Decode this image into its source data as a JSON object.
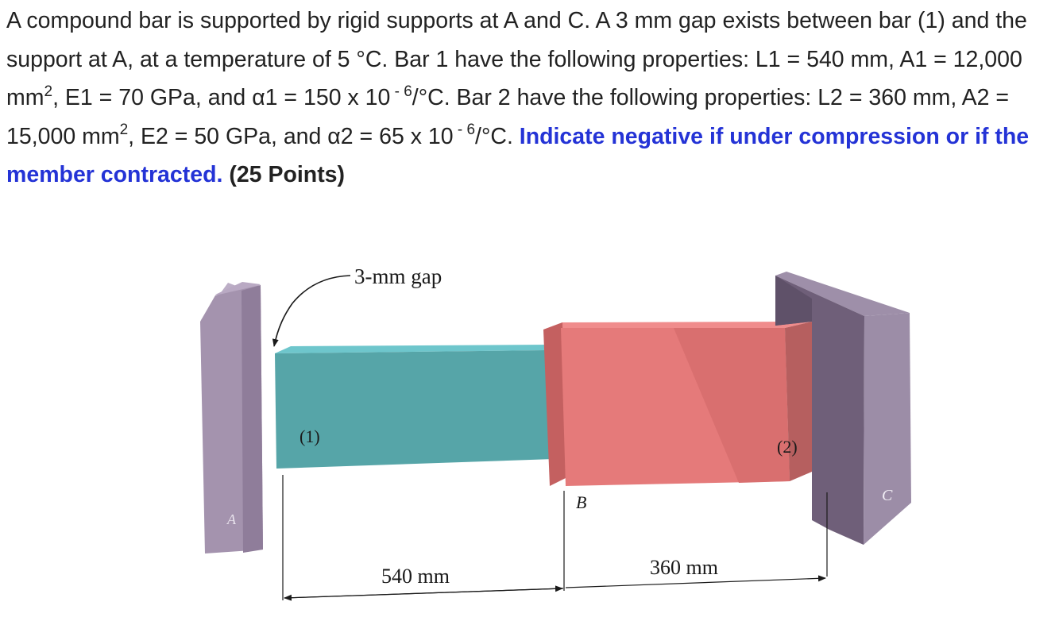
{
  "problem": {
    "part1": "A compound bar is supported by rigid supports at A and C. A 3 mm gap exists between bar (1) and the support at A, at a temperature of 5 °C. Bar 1 have the following properties: L1 = 540 mm, A1 = 12,000 mm",
    "sup1": "2",
    "part2": ", E1 = 70 GPa, and α1 = 150 x 10",
    "sup2": " - 6",
    "part3": "/°C. Bar 2 have the following properties: L2 = 360 mm, A2 = 15,000 mm",
    "sup3": "2",
    "part4": ", E2 = 50 GPa, and α2 = 65 x 10",
    "sup4": " - 6",
    "part5": "/°C. ",
    "emphasis": "Indicate negative if under compression or if the member contracted.",
    "points": " (25 Points)"
  },
  "figure": {
    "gap_label": "3-mm gap",
    "bar1_label": "(1)",
    "bar2_label": "(2)",
    "support_a_label": "A",
    "joint_b_label": "B",
    "support_c_label": "C",
    "dim_bar1": "540 mm",
    "dim_bar2": "360 mm",
    "colors": {
      "support": "#a493ae",
      "bar1": "#56a5a8",
      "bar2": "#e57a7a"
    }
  }
}
